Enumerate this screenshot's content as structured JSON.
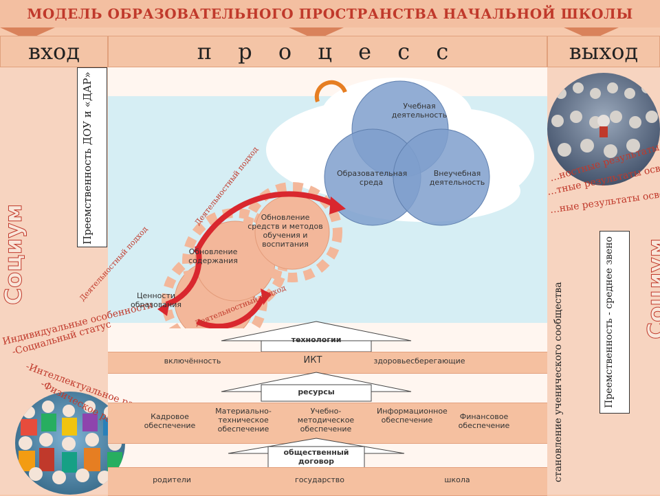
{
  "title": "МОДЕЛЬ ОБРАЗОВАТЕЛЬНОГО ПРОСТРАНСТВА НАЧАЛЬНОЙ ШКОЛЫ",
  "headers": {
    "in": "вход",
    "process": "п р о ц е с с",
    "out": "выход"
  },
  "left": {
    "socium": "Социум",
    "continuity": "Преемственность ДОУ и «ДАР»",
    "traits": [
      "Индивидуальные особенности",
      "-Социальный статус",
      "-Интеллектуальное развитие",
      "-Физическое развитие"
    ]
  },
  "right": {
    "socium": "Социум",
    "continuity": "Преемственность - среднее звено",
    "community": "становление ученического сообщества",
    "results": [
      "…ностные результаты освоения…",
      "…тные результаты освоения ООП",
      "…ные результаты освоения ООП"
    ]
  },
  "venn": {
    "top": "Учебная деятельность",
    "left": "Образовательная среда",
    "right": "Внеучебная деятельность"
  },
  "gears": {
    "values": "Ценности образования",
    "content": "Обновление содержания",
    "methods": "Обновление средств и методов обучения и воспитания"
  },
  "arrows": {
    "a1": "Деятельностный подход",
    "a2": "Деятельностный подход",
    "a3": "Деятельностный подход"
  },
  "tiers": {
    "technologies": {
      "label": "технологии",
      "items": [
        "включённость",
        "ИКТ",
        "здоровьесберегающие"
      ]
    },
    "resources": {
      "label": "ресурсы",
      "items": [
        "Кадровое обеспечение",
        "Материально-техническое обеспечение",
        "Учебно-методическое обеспечение",
        "Информационное обеспечение",
        "Финансовое обеспечение"
      ]
    },
    "contract": {
      "label": "общественный договор",
      "items": [
        "родители",
        "государство",
        "школа"
      ]
    }
  },
  "colors": {
    "accent": "#c0392b",
    "venn": "#7f9fcc",
    "gear": "#f3b79a"
  }
}
